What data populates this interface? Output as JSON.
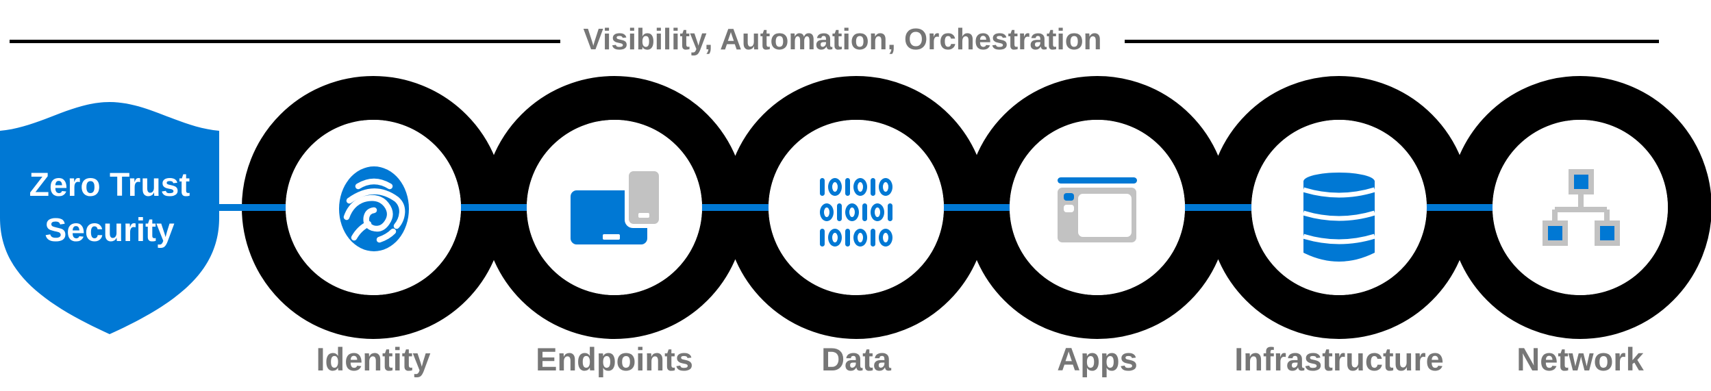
{
  "header": {
    "title": "Visibility, Automation, Orchestration"
  },
  "shield": {
    "label": "Zero Trust Security",
    "lines": [
      "Zero Trust",
      "Security"
    ]
  },
  "chain": {
    "nodes": [
      {
        "label": "Identity",
        "icon": "fingerprint-icon"
      },
      {
        "label": "Endpoints",
        "icon": "devices-icon"
      },
      {
        "label": "Data",
        "icon": "binary-data-icon",
        "binary_rows": [
          "101010",
          "010101",
          "101010"
        ]
      },
      {
        "label": "Apps",
        "icon": "app-window-icon"
      },
      {
        "label": "Infrastructure",
        "icon": "database-icon"
      },
      {
        "label": "Network",
        "icon": "network-nodes-icon"
      }
    ]
  },
  "colors": {
    "accent_blue": "#0078D4",
    "ring_black": "#000000",
    "label_gray": "#767676",
    "device_gray": "#C2C2C2",
    "background": "#FFFFFF"
  }
}
